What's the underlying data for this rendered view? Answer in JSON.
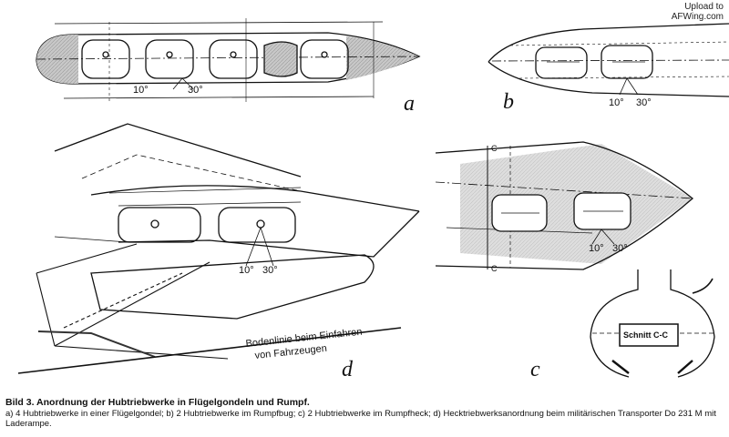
{
  "watermark": {
    "line1": "Upload to",
    "line2": "AFWing.com"
  },
  "panels": {
    "a": {
      "letter": "a",
      "angle_left": "10°",
      "angle_right": "30°"
    },
    "b": {
      "letter": "b",
      "angle_left": "10°",
      "angle_right": "30°"
    },
    "c": {
      "letter": "c",
      "angle_left": "10°",
      "angle_right": "30°",
      "section_mark": "C",
      "section_label": "Schnitt C-C"
    },
    "d": {
      "letter": "d",
      "angle_left": "10°",
      "angle_right": "30°",
      "ground_line1": "Bodenlinie beim Einfahren",
      "ground_line2": "von Fahrzeugen"
    }
  },
  "caption": {
    "title": "Bild 3. Anordnung der Hubtriebwerke in Flügelgondeln und Rumpf.",
    "text": "a) 4 Hubtriebwerke in einer Flügelgondel; b) 2 Hubtriebwerke im Rumpfbug; c) 2 Hubtriebwerke im Rumpfheck; d) Hecktriebwerksanordnung beim militärischen Transporter Do 231 M mit Laderampe."
  }
}
